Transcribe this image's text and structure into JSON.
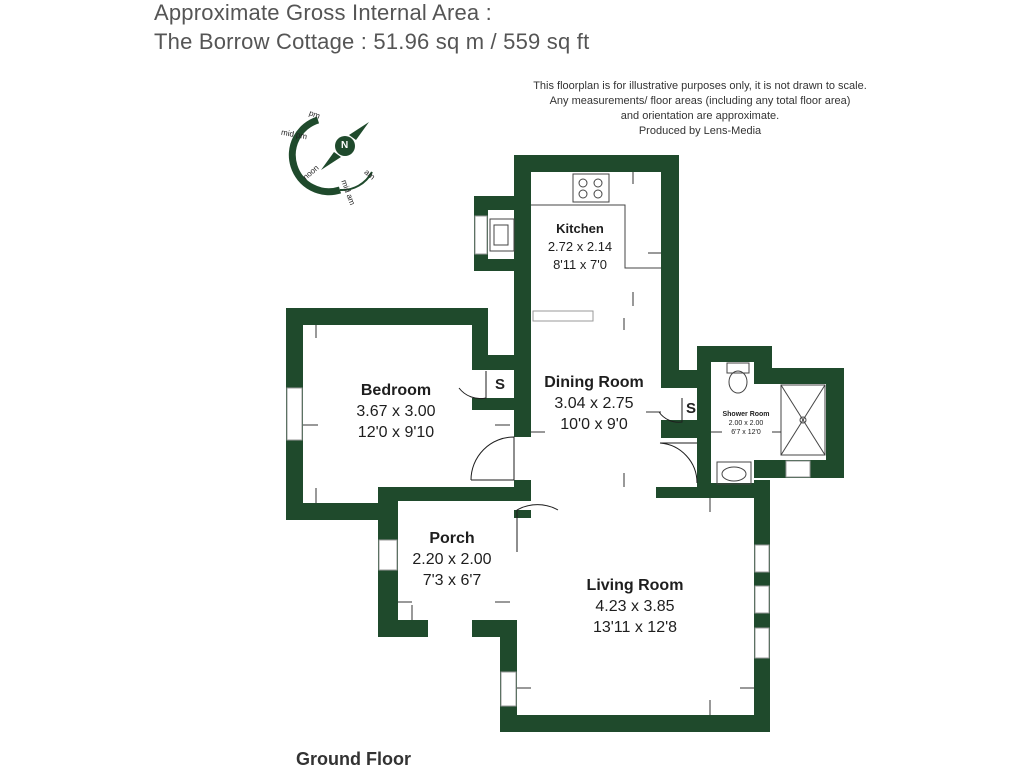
{
  "header": {
    "line1": "Approximate Gross Internal Area :",
    "line2": "The Borrow Cottage : 51.96 sq m / 559 sq ft"
  },
  "disclaimer": {
    "line1": "This floorplan is for illustrative purposes only, it is not drawn to scale.",
    "line2": "Any measurements/ floor areas (including any total floor area)",
    "line3": "and orientation are approximate.",
    "line4": "Produced by Lens-Media"
  },
  "compass": {
    "north": "N",
    "pm": "pm",
    "mid_pm": "mid pm",
    "noon": "noon",
    "mid_am": "mid am",
    "am": "am"
  },
  "rooms": {
    "kitchen": {
      "name": "Kitchen",
      "metric": "2.72 x 2.14",
      "imperial": "8'11 x 7'0"
    },
    "bedroom": {
      "name": "Bedroom",
      "metric": "3.67 x 3.00",
      "imperial": "12'0 x 9'10"
    },
    "dining": {
      "name": "Dining Room",
      "metric": "3.04 x 2.75",
      "imperial": "10'0 x 9'0"
    },
    "shower": {
      "name": "Shower Room",
      "metric": "2.00 x 2.00",
      "imperial": "6'7 x 12'0"
    },
    "porch": {
      "name": "Porch",
      "metric": "2.20 x 2.00",
      "imperial": "7'3 x 6'7"
    },
    "living": {
      "name": "Living Room",
      "metric": "4.23 x 3.85",
      "imperial": "13'11 x 12'8"
    }
  },
  "storage": {
    "label": "S"
  },
  "floor": {
    "label": "Ground Floor"
  },
  "colors": {
    "wall": "#1f4a2c",
    "text": "#1e1e1e"
  }
}
